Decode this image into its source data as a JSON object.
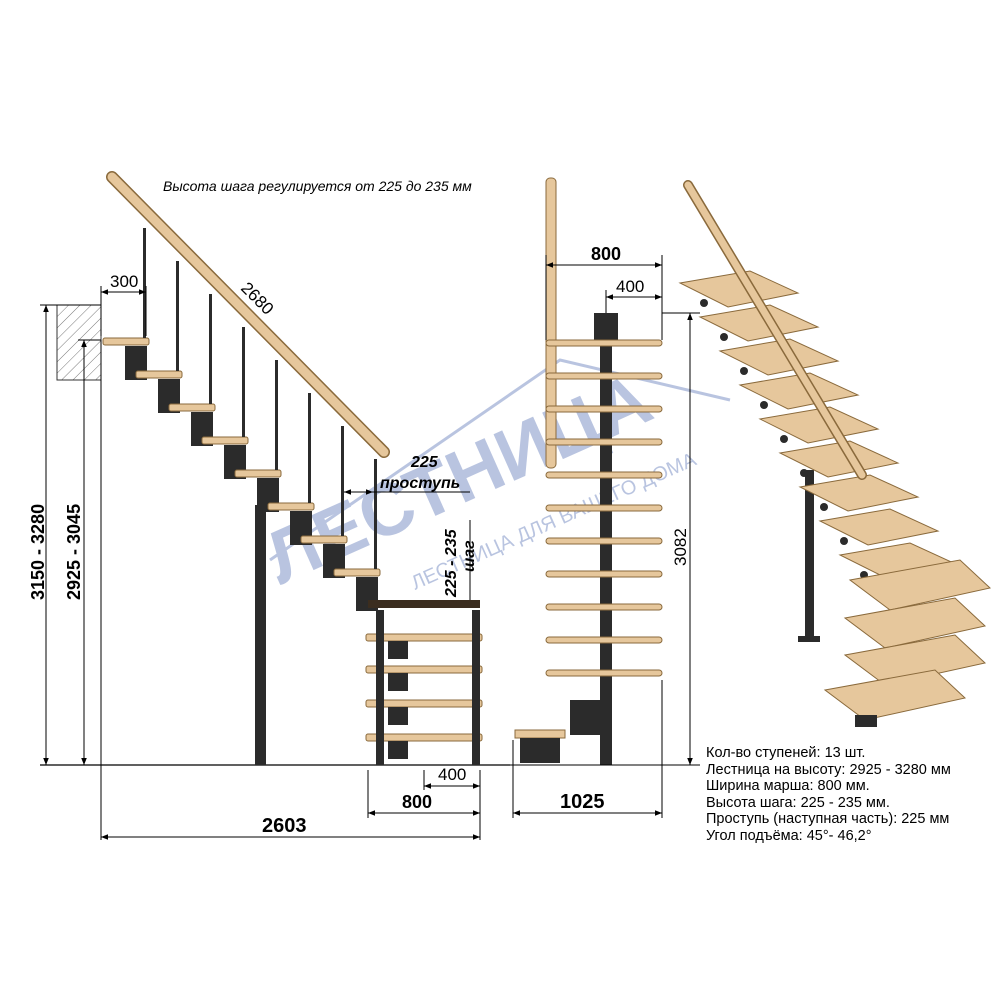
{
  "colors": {
    "wood": "#e6c79c",
    "wood_edge": "#8a6a3c",
    "metal": "#2b2b2b",
    "line": "#000000",
    "watermark": "#3a5aa8",
    "watermark_accent": "#f2a23a"
  },
  "note_top": "Высота шага регулируется от 225 до 235 мм",
  "side_view": {
    "dim_step_offset": "300",
    "dim_rail_length": "2680",
    "dim_tread": "225",
    "dim_tread_label": "проступь",
    "dim_step_range": "225 - 235",
    "dim_step_label": "шаг",
    "dim_total_height": "3150 - 3280",
    "dim_floor_height": "2925 - 3045",
    "dim_bottom_400": "400",
    "dim_bottom_800": "800",
    "dim_total_length": "2603"
  },
  "front_view": {
    "dim_width": "800",
    "dim_half": "400",
    "dim_height": "3082",
    "dim_depth": "1025"
  },
  "watermark": {
    "brand": "ЛЕСТНИЦА",
    "tagline": "ЛЕСТНИЦА ДЛЯ ВАШЕГО ДОМА"
  },
  "specs": [
    "Кол-во ступеней: 13 шт.",
    "Лестница на высоту: 2925 - 3280 мм",
    "Ширина марша: 800 мм.",
    "Высота шага: 225 - 235 мм.",
    "Проступь (наступная часть): 225 мм",
    "Угол подъёма: 45°- 46,2°"
  ]
}
